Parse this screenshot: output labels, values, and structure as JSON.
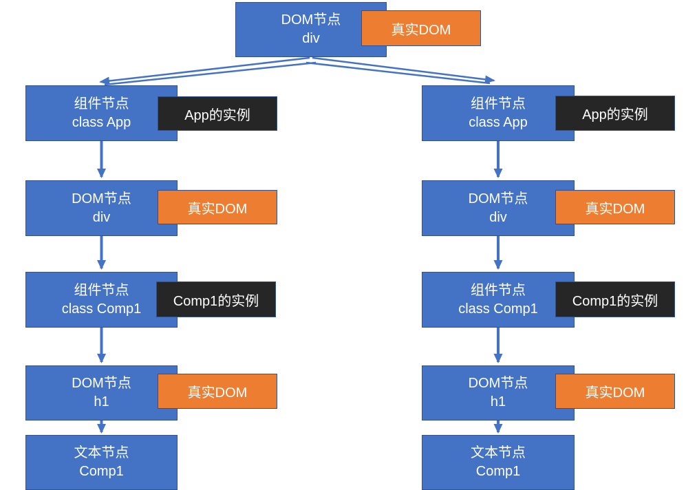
{
  "diagram_title": "component-dom-tree",
  "colors": {
    "node_fill": "#4472C4",
    "node_border": "#2F528F",
    "badge_real_dom_fill": "#ED7D31",
    "badge_instance_fill": "#262626",
    "arrow": "#4472C4",
    "text": "#ffffff",
    "background": "#ffffff"
  },
  "root": {
    "line1": "DOM节点",
    "line2": "div",
    "badge": {
      "label": "真实DOM",
      "type": "orange"
    }
  },
  "columns": {
    "left": {
      "nodes": [
        {
          "line1": "组件节点",
          "line2": "class App",
          "badge": {
            "label": "App的实例",
            "type": "dark"
          }
        },
        {
          "line1": "DOM节点",
          "line2": "div",
          "badge": {
            "label": "真实DOM",
            "type": "orange"
          }
        },
        {
          "line1": "组件节点",
          "line2": "class Comp1",
          "badge": {
            "label": "Comp1的实例",
            "type": "dark"
          }
        },
        {
          "line1": "DOM节点",
          "line2": "h1",
          "badge": {
            "label": "真实DOM",
            "type": "orange"
          }
        },
        {
          "line1": "文本节点",
          "line2": "Comp1"
        }
      ]
    },
    "right": {
      "nodes": [
        {
          "line1": "组件节点",
          "line2": "class App",
          "badge": {
            "label": "App的实例",
            "type": "dark"
          }
        },
        {
          "line1": "DOM节点",
          "line2": "div",
          "badge": {
            "label": "真实DOM",
            "type": "orange"
          }
        },
        {
          "line1": "组件节点",
          "line2": "class Comp1",
          "badge": {
            "label": "Comp1的实例",
            "type": "dark"
          }
        },
        {
          "line1": "DOM节点",
          "line2": "h1",
          "badge": {
            "label": "真实DOM",
            "type": "orange"
          }
        },
        {
          "line1": "文本节点",
          "line2": "Comp1"
        }
      ]
    }
  }
}
